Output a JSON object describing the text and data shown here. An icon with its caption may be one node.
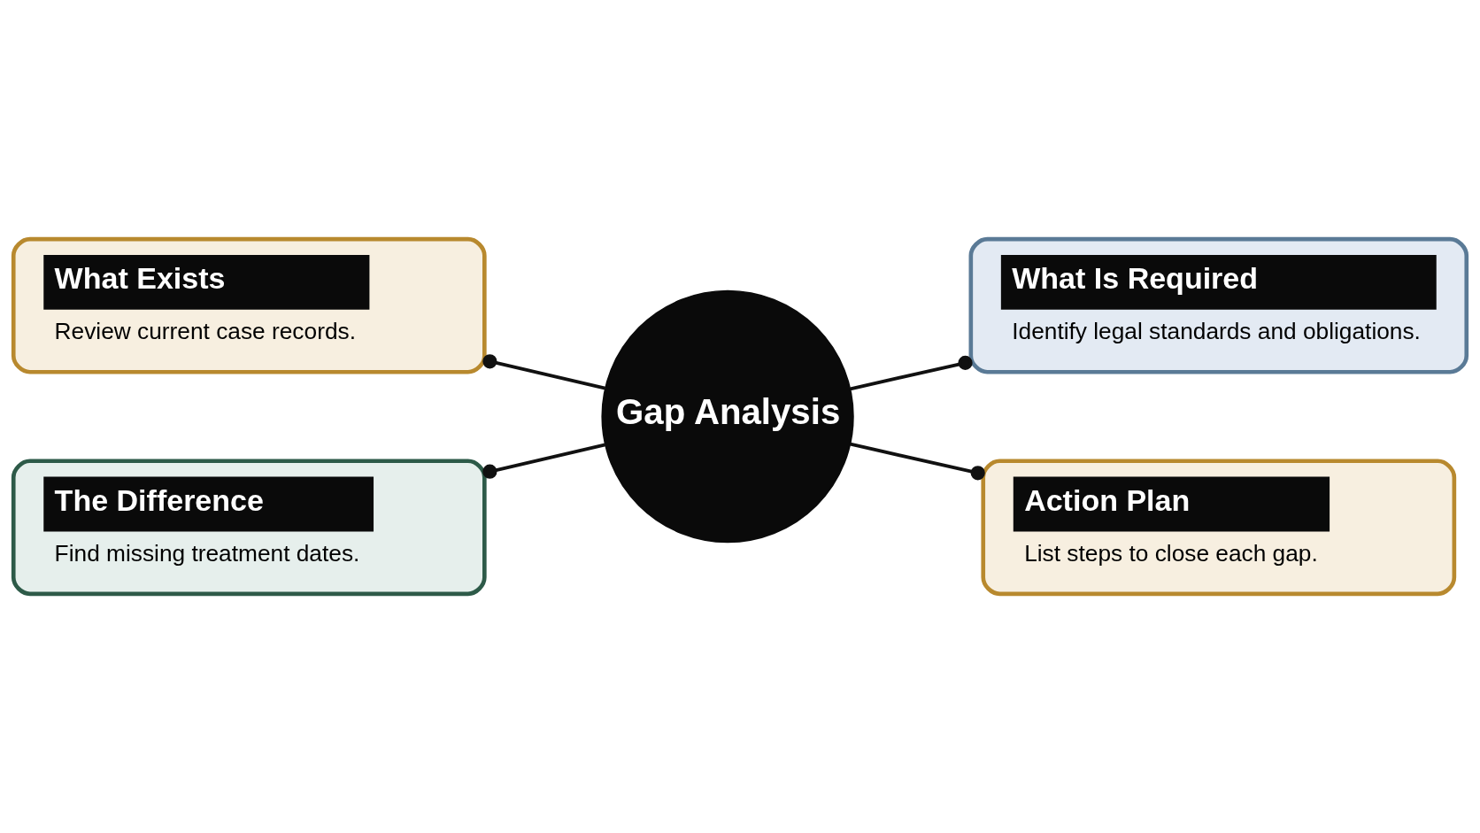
{
  "diagram": {
    "nodes": [
      {
        "text": [
          "Gap Analysis"
        ]
      },
      {
        "text": [
          "What Exists",
          "Review current case records."
        ]
      },
      {
        "text": [
          "What Is Required",
          "Identify legal standards and obligations."
        ]
      },
      {
        "text": [
          "The Difference",
          "Find missing treatment dates."
        ]
      },
      {
        "text": [
          "Action Plan",
          "List steps to close each gap."
        ]
      }
    ],
    "edges": [
      {
        "from": 0,
        "to": 1,
        "arrow": "other"
      },
      {
        "from": 0,
        "to": 2,
        "arrow": "other"
      },
      {
        "from": 0,
        "to": 3,
        "arrow": "other"
      },
      {
        "from": 0,
        "to": 4,
        "arrow": "other"
      }
    ]
  }
}
